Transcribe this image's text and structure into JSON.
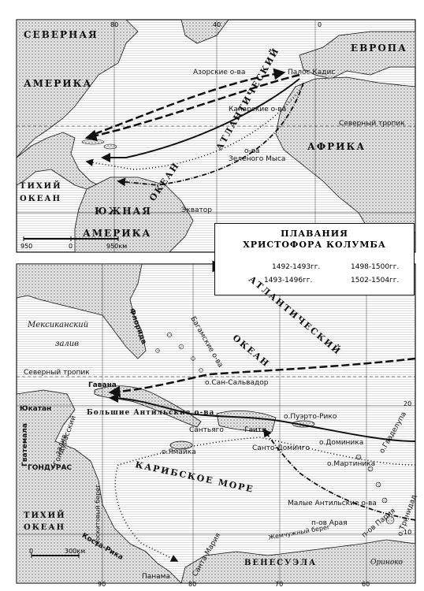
{
  "legend": {
    "title_line1": "ПЛАВАНИЯ",
    "title_line2": "ХРИСТОФОРА КОЛУМБА",
    "entries": [
      "1492-1493гг.",
      "1498-1500гг.",
      "1493-1496гг.",
      "1502-1504гг."
    ]
  },
  "top_map": {
    "north_america": [
      "СЕВЕРНАЯ",
      "АМЕРИКА"
    ],
    "europe": "ЕВРОПА",
    "africa": "АФРИКА",
    "south_america": [
      "ЮЖНАЯ",
      "АМЕРИКА"
    ],
    "pacific": [
      "ТИХИЙ",
      "ОКЕАН"
    ],
    "atlantic": "АТЛАНТИЧЕСКИЙ",
    "atlantic2": "ОКЕАН",
    "azores": "Азорские о-ва",
    "palos_cadiz": "Палос Кадис",
    "canary": "Канарские о-ва",
    "tropic": "Северный тропик",
    "cape_verde": [
      "о-ва",
      "Зеленого Мыса"
    ],
    "equator": "Экватор",
    "scale": [
      "950",
      "0",
      "950км"
    ],
    "degrees": [
      "80",
      "40",
      "0"
    ]
  },
  "bottom_map": {
    "mexican_gulf": [
      "Мексиканский",
      "залив"
    ],
    "florida": "Флорида",
    "bahamas": "Багамские о-ва",
    "atlantic": "АТЛАНТИЧЕСКИЙ",
    "ocean": "ОКЕАН",
    "tropic": "Северный тропик",
    "san_salvador": "о.Сан-Сальвадор",
    "havana": "Гавана",
    "greater_antilles": "Большие Антильские о-ва",
    "santiago": "Сантьяго",
    "haiti": "Гаити",
    "puerto_rico": "о.Пуэрто-Рико",
    "yucatan": "Юкатан",
    "guatemala": "Гватемала",
    "honduras_gulf": [
      "Гондурасский",
      "залив"
    ],
    "jamaica": "о.Ямайка",
    "santo_domingo": "Санто-Доминго",
    "dominica": "о.Доминика",
    "guadeloupe": "о.Гваделупа",
    "martinique": "о.Мартиника",
    "caribbean": "КАРИБСКОЕ МОРЕ",
    "lesser_antilles": "Малые Антильские о-ва",
    "honduras": "ГОНДУРАС",
    "mosquito_coast": "Москитовый берег",
    "pacific": [
      "ТИХИЙ",
      "ОКЕАН"
    ],
    "costa_rica": "Коста-Рика",
    "santa_maria": "Санта-Мария",
    "panama": "Панама",
    "pearl_coast": "Жемчужный берег",
    "araya": "п-ов Арая",
    "paria": "п-ов Пария",
    "trinidad": "о.Тринидад",
    "venezuela": "ВЕНЕСУЭЛА",
    "orinoco": "Ориноко",
    "scale": [
      "0",
      "300км"
    ],
    "degrees": [
      "90",
      "80",
      "70",
      "60",
      "20",
      "10"
    ]
  },
  "colors": {
    "ink": "#111111",
    "land": "#d6d6d6",
    "water": "#ffffff"
  }
}
